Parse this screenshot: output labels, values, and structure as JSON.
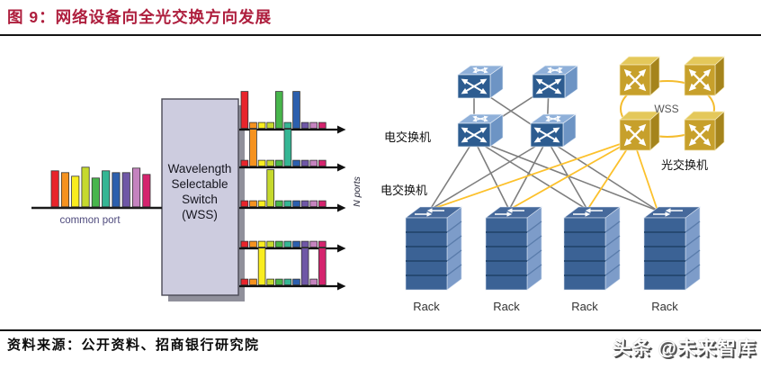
{
  "title": {
    "text": "图 9：网络设备向全光交换方向发展",
    "color": "#ae1e3d"
  },
  "left_diagram": {
    "wss_box": {
      "line1": "Wavelength",
      "line2": "Selectable",
      "line3": "Switch",
      "line4": "(WSS)",
      "fill": "#cdccdf"
    },
    "common_port_label": "common port",
    "n_ports_label": "N ports",
    "spectrum": {
      "colors": [
        {
          "name": "red",
          "hex": "#e8242b"
        },
        {
          "name": "orange",
          "hex": "#f5921f"
        },
        {
          "name": "yellow",
          "hex": "#f9ed1f"
        },
        {
          "name": "yellow-green",
          "hex": "#c6d92d"
        },
        {
          "name": "green",
          "hex": "#48b64c"
        },
        {
          "name": "teal",
          "hex": "#35b694"
        },
        {
          "name": "blue",
          "hex": "#2c5fad"
        },
        {
          "name": "purple",
          "hex": "#6f57a6"
        },
        {
          "name": "orchid",
          "hex": "#c583bf"
        },
        {
          "name": "magenta",
          "hex": "#d5246e"
        }
      ],
      "input_bar_heights": [
        40,
        38,
        34,
        44,
        32,
        40,
        38,
        38,
        43,
        36
      ],
      "outputs": [
        {
          "tall_indices": [
            0,
            4,
            6
          ]
        },
        {
          "tall_indices": [
            1,
            5
          ]
        },
        {
          "tall_indices": [
            3
          ]
        },
        {
          "tall_indices": []
        },
        {
          "tall_indices": [
            2,
            7,
            9
          ]
        }
      ]
    }
  },
  "right_diagram": {
    "labels": {
      "electrical_switch": "电交换机",
      "optical_switch": "光交换机",
      "wss_ring": "WSS",
      "rack": "Rack"
    },
    "colors": {
      "electrical_switch_front": "#2d5c90",
      "optical_switch_front": "#c7a02b",
      "link_gray": "#7e7e7e",
      "link_yellow": "#fcc12c",
      "ring_gold": "#f4bc2e"
    }
  },
  "footer": {
    "source": "资料来源：公开资料、招商银行研究院",
    "watermark": "头条 @未来智库"
  }
}
